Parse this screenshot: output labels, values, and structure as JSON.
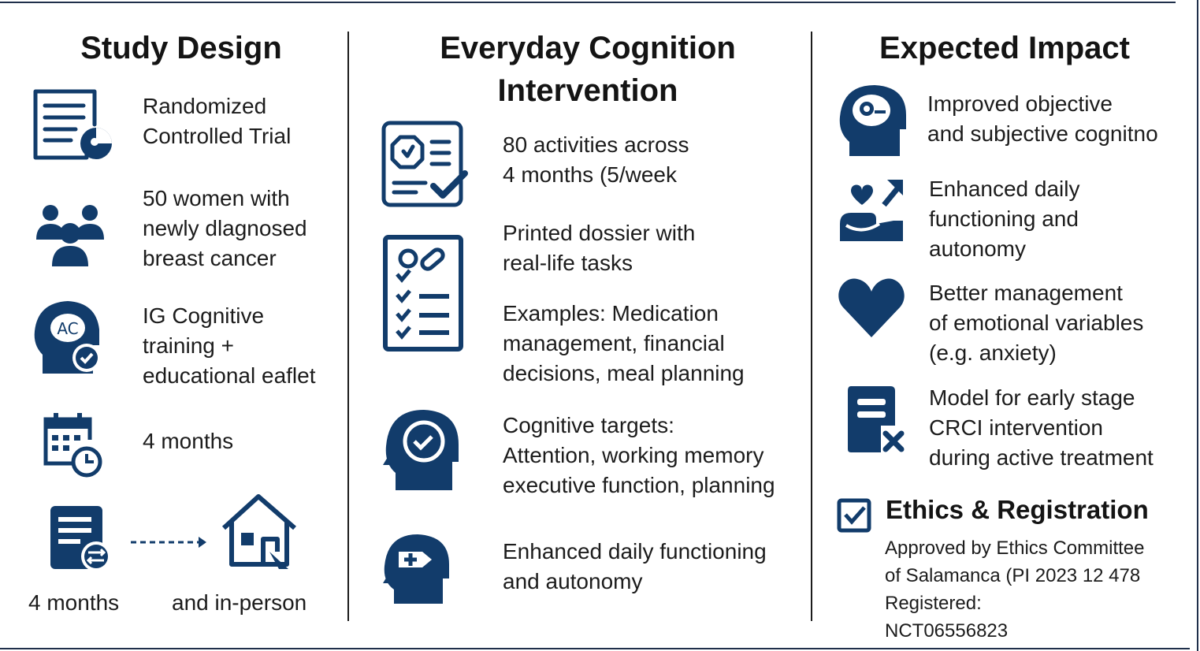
{
  "columns": {
    "study_design": {
      "title": "Study Design",
      "items": [
        {
          "icon": "document-chart-icon",
          "text": "Randomized\nControlled Trial"
        },
        {
          "icon": "people-group-icon",
          "text": "50 women with\nnewly dlagnosed\nbreast cancer"
        },
        {
          "icon": "head-brain-check-icon",
          "text": "IG   Cognitive\ntraining +\neducational eaflet"
        },
        {
          "icon": "calendar-clock-icon",
          "text": "4 months"
        }
      ],
      "flow": {
        "left_icon": "document-swap-icon",
        "right_icon": "house-icon",
        "left_label": "4 months",
        "right_label": "and in-person"
      }
    },
    "intervention": {
      "title": "Everyday Cognition\nIntervention",
      "items": [
        {
          "icon": "clipboard-clock-check-icon",
          "text": "80 activities across\n4 months (5/week"
        },
        {
          "icon": "checklist-pills-icon",
          "text": "Printed dossier with\nreal-life tasks"
        },
        {
          "icon": "",
          "text": "Examples: Medication\nmanagement, financial\ndecisions, meal planning"
        },
        {
          "icon": "head-gauge-icon",
          "text": "Cognitive targets:\nAttention, working memory\nexecutive function, planning"
        },
        {
          "icon": "head-plus-icon",
          "text": "Enhanced daily functioning\nand autonomy"
        }
      ]
    },
    "impact": {
      "title": "Expected Impact",
      "items": [
        {
          "icon": "head-eye-icon",
          "text": "Improved objective\nand subjective cognitno"
        },
        {
          "icon": "person-heart-growth-icon",
          "text": "Enhanced daily\nfunctioning and\nautonomy"
        },
        {
          "icon": "heart-icon",
          "text": "Better management\nof emotional variables\n(e.g. anxiety)"
        },
        {
          "icon": "document-x-icon",
          "text": "Model for early stage\nCRCI intervention\nduring active treatment"
        }
      ],
      "ethics": {
        "icon": "checkbox-icon",
        "title": "Ethics & Registration",
        "approval": "Approved by Ethics Committee\nof Salamanca (PI 2023 12 478",
        "registration": "Registered:\nNCT06556823"
      }
    }
  },
  "colors": {
    "icon": "#123c6b",
    "text": "#1c1c1c",
    "rule": "#1c1c1c"
  }
}
